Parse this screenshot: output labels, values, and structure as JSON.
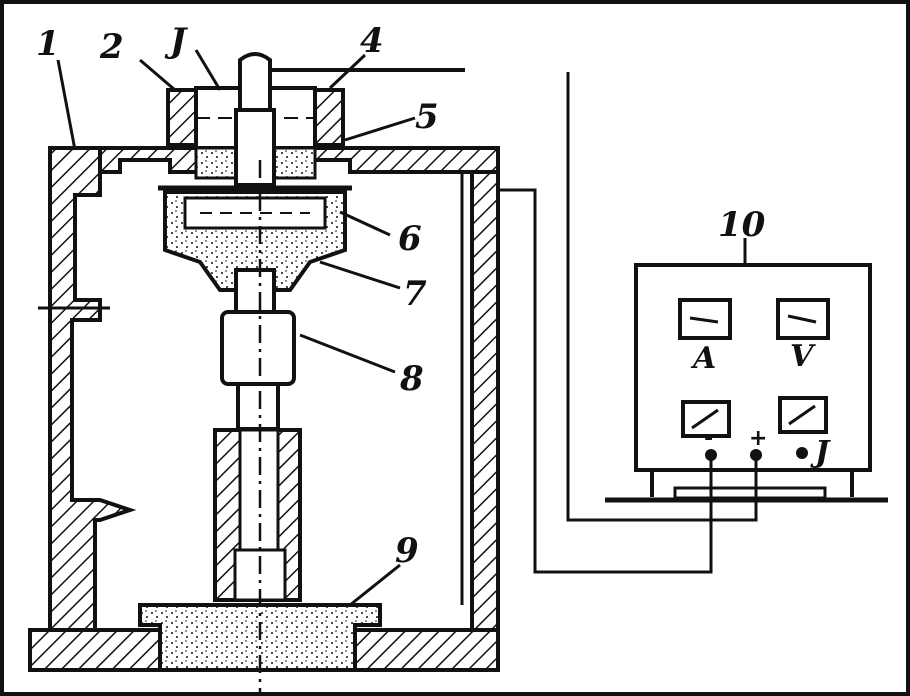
{
  "figure": {
    "part_labels": {
      "p1": "1",
      "p2": "2",
      "p3": "J",
      "p4": "4",
      "p5": "5",
      "p6": "6",
      "p7": "7",
      "p8": "8",
      "p9": "9",
      "p10": "10"
    },
    "meters": {
      "ammeter": "A",
      "voltmeter": "V"
    },
    "terminals": {
      "minus": "-",
      "plus": "+",
      "third": "J"
    },
    "colors": {
      "ink": "#111111",
      "paper": "#ffffff"
    }
  }
}
